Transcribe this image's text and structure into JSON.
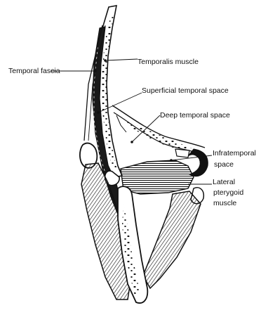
{
  "figure": {
    "labels": {
      "temporal_fascia": "Temporal fascia",
      "temporalis_muscle": "Temporalis muscle",
      "superficial_temporal_space": "Superficial temporal space",
      "deep_temporal_space": "Deep temporal space",
      "infratemporal_space_line1": "Infratemporal",
      "infratemporal_space_line2": "space",
      "lateral_pterygoid_line1": "Lateral",
      "lateral_pterygoid_line2": "pterygoid",
      "lateral_pterygoid_line3": "muscle"
    },
    "colors": {
      "ink": "#111111",
      "paper": "#ffffff"
    }
  }
}
